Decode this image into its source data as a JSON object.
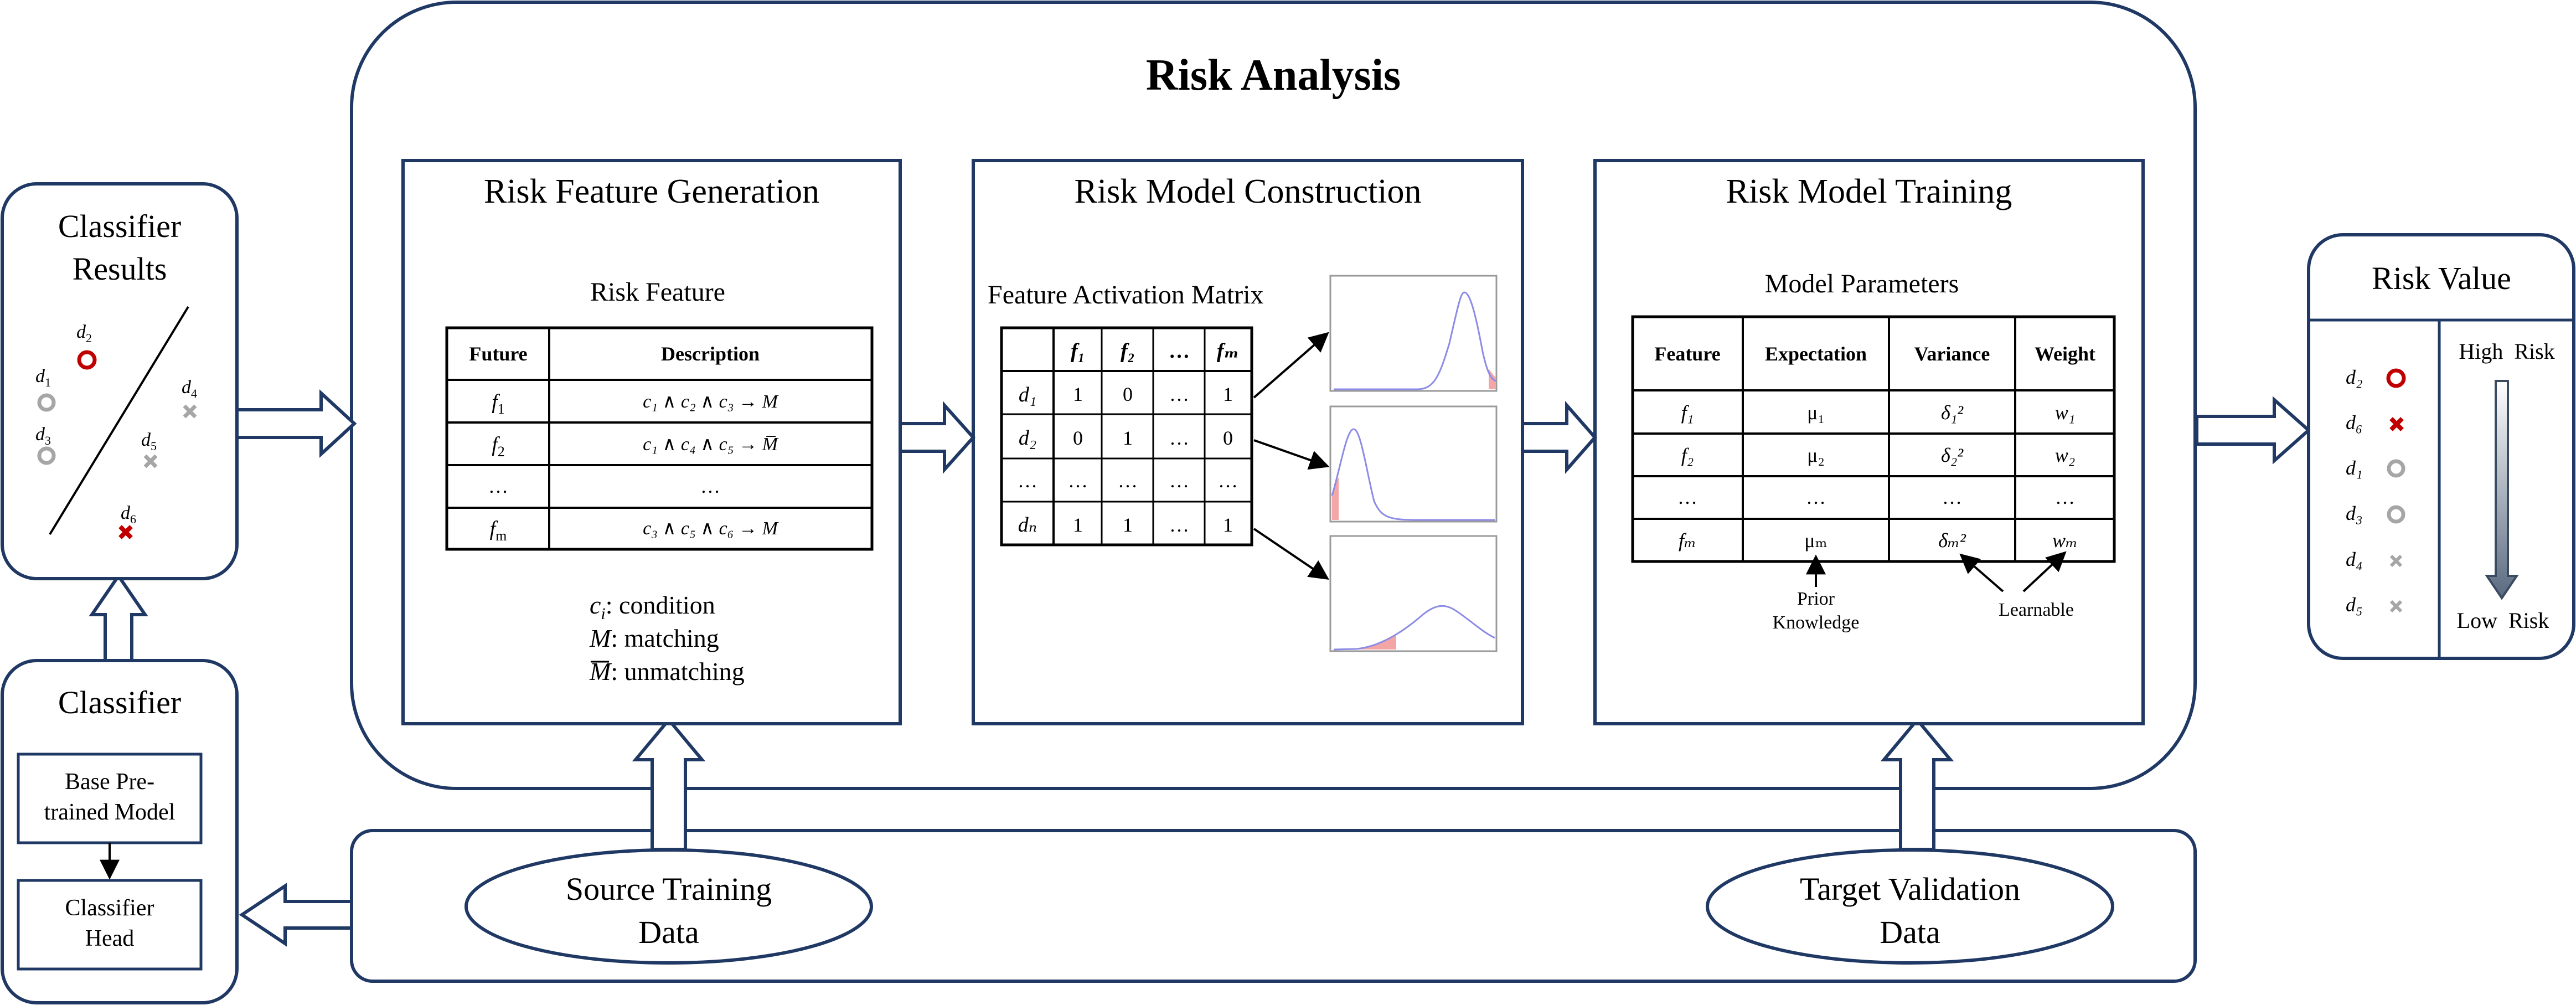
{
  "main": {
    "title": "Risk Analysis"
  },
  "classifier_results": {
    "title_line1": "Classifier",
    "title_line2": "Results",
    "points": [
      {
        "label": "d",
        "sub": "2",
        "marker": "circle-red"
      },
      {
        "label": "d",
        "sub": "1",
        "marker": "circle-gray"
      },
      {
        "label": "d",
        "sub": "3",
        "marker": "circle-gray"
      },
      {
        "label": "d",
        "sub": "4",
        "marker": "cross-gray"
      },
      {
        "label": "d",
        "sub": "5",
        "marker": "cross-gray"
      },
      {
        "label": "d",
        "sub": "6",
        "marker": "cross-red"
      }
    ]
  },
  "classifier": {
    "title": "Classifier",
    "base_line1": "Base Pre-",
    "base_line2": "trained Model",
    "head_line1": "Classifier",
    "head_line2": "Head"
  },
  "feature_generation": {
    "title": "Risk Feature Generation",
    "subtitle": "Risk Feature",
    "headers": [
      "Future",
      "Description"
    ],
    "rows": [
      {
        "f": "f",
        "fsub": "1",
        "desc": "c₁ ∧  c₂ ∧ c₃ → M"
      },
      {
        "f": "f",
        "fsub": "2",
        "desc": "c₁ ∧  c₄ ∧ c₅ → M̅"
      },
      {
        "f": "…",
        "fsub": "",
        "desc": "…"
      },
      {
        "f": "f",
        "fsub": "m",
        "desc": "c₃ ∧  c₅ ∧ c₆ → M"
      }
    ],
    "legend": [
      ": condition",
      ": matching",
      ": unmatching"
    ],
    "legend_symbols": [
      "c",
      "M",
      "M"
    ]
  },
  "model_construction": {
    "title": "Risk Model Construction",
    "subtitle": "Feature Activation Matrix",
    "col_headers": [
      "f₁",
      "f₂",
      "…",
      "fₘ"
    ],
    "row_headers": [
      "d₁",
      "d₂",
      "…",
      "dₙ"
    ],
    "cells": [
      [
        "1",
        "0",
        "…",
        "1"
      ],
      [
        "0",
        "1",
        "…",
        "0"
      ],
      [
        "…",
        "…",
        "…",
        "…"
      ],
      [
        "1",
        "1",
        "…",
        "1"
      ]
    ]
  },
  "model_training": {
    "title": "Risk Model Training",
    "subtitle": "Model Parameters",
    "headers": [
      "Feature",
      "Expectation",
      "Variance",
      "Weight"
    ],
    "rows": [
      [
        "f₁",
        "μ₁",
        "δ₁²",
        "w₁"
      ],
      [
        "f₂",
        "μ₂",
        "δ₂²",
        "w₂"
      ],
      [
        "…",
        "…",
        "…",
        "…"
      ],
      [
        "fₘ",
        "μₘ",
        "δₘ²",
        "wₘ"
      ]
    ],
    "prior_line1": "Prior",
    "prior_line2": "Knowledge",
    "learnable": "Learnable"
  },
  "risk_value": {
    "title": "Risk Value",
    "items": [
      {
        "label": "d₂",
        "marker": "circle-red"
      },
      {
        "label": "d₆",
        "marker": "cross-red"
      },
      {
        "label": "d₁",
        "marker": "circle-gray"
      },
      {
        "label": "d₃",
        "marker": "circle-gray"
      },
      {
        "label": "d₄",
        "marker": "cross-gray"
      },
      {
        "label": "d₅",
        "marker": "cross-gray"
      }
    ],
    "high_label": "High  Risk",
    "low_label": "Low  Risk"
  },
  "data_sources": {
    "source_line1": "Source Training",
    "source_line2": "Data",
    "target_line1": "Target Validation",
    "target_line2": "Data"
  },
  "colors": {
    "navy": "#1f3864",
    "red": "#c00000",
    "gray": "#a6a6a6",
    "curve": "#8c8ce6",
    "tail": "#f4a6a6"
  }
}
